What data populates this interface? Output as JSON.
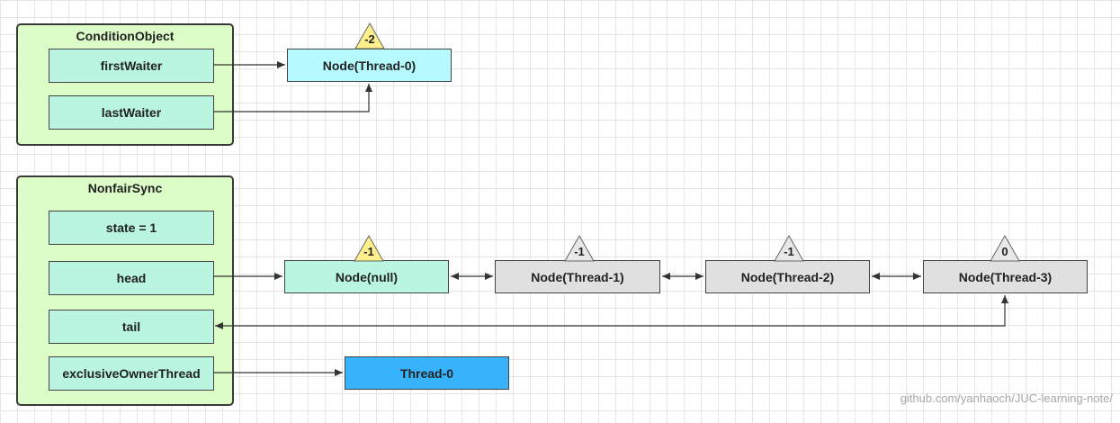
{
  "condition": {
    "title": "ConditionObject",
    "first_waiter": "firstWaiter",
    "last_waiter": "lastWaiter",
    "node": "Node(Thread-0)",
    "node_status": "-2"
  },
  "sync": {
    "title": "NonfairSync",
    "state": "state = 1",
    "head": "head",
    "tail": "tail",
    "owner": "exclusiveOwnerThread"
  },
  "queue": [
    {
      "label": "Node(null)",
      "status": "-1"
    },
    {
      "label": "Node(Thread-1)",
      "status": "-1"
    },
    {
      "label": "Node(Thread-2)",
      "status": "-1"
    },
    {
      "label": "Node(Thread-3)",
      "status": "0"
    }
  ],
  "owner_thread": "Thread-0",
  "watermark": "github.com/yanhaoch/JUC-learning-note/",
  "colors": {
    "group_bg": "#dcfcc8",
    "field_bg": "#b9f5e0",
    "node_cyan": "#b5fbfd",
    "node_gray": "#e0e0e0",
    "node_blue": "#36b3fb",
    "triangle_yellow": "#fdf08a",
    "triangle_gray": "#e8e8e8"
  }
}
